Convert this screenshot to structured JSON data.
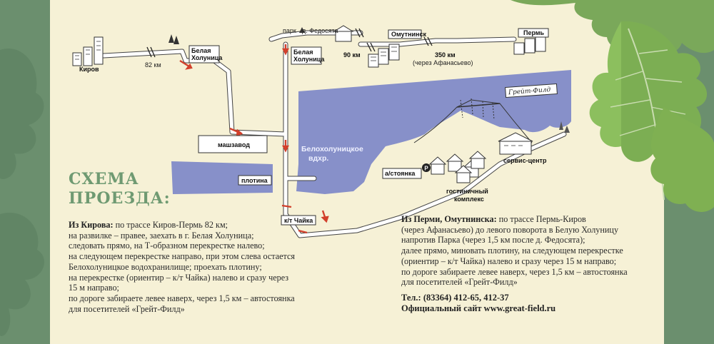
{
  "map": {
    "labels": {
      "kirov": "Киров",
      "km82": "82 км",
      "belaya1_l1": "Белая",
      "belaya1_l2": "Холуница",
      "belaya2_l1": "Белая",
      "belaya2_l2": "Холуница",
      "park": "парк",
      "fedosyata": "д. Федосята",
      "km90": "90 км",
      "omutninsk": "Омутнинск",
      "perm": "Пермь",
      "km350": "350 км",
      "via_afanasyevo": "(через Афанасьево)",
      "great_field": "Грейт-Филд",
      "mashzavod": "машзавод",
      "reservoir_l1": "Белохолуницкое",
      "reservoir_l2": "вдхр.",
      "service_center": "сервис-центр",
      "parking": "а/стоянка",
      "parking_sign": "P",
      "hotel_l1": "гостиничный",
      "hotel_l2": "комплекс",
      "dam": "плотина",
      "chaika": "к/т Чайка"
    }
  },
  "title": {
    "line1": "СХЕМА",
    "line2": "ПРОЕЗДА:"
  },
  "directions_kirov": {
    "heading": "Из Кирова:",
    "lines": [
      " по трассе Киров-Пермь 82 км;",
      "на развилке – правее, заехать в г. Белая Холуница;",
      "следовать прямо, на Т-образном перекрестке налево;",
      "на следующем перекрестке направо, при этом слева остается",
      "Белохолуницкое водохранилище; проехать плотину;",
      "на перекрестке (ориентир – к/т Чайка) налево и сразу через",
      "15 м направо;",
      "по дороге забираете левее наверх, через 1,5 км – автостоянка",
      "для посетителей «Грейт-Филд»"
    ]
  },
  "directions_perm": {
    "heading": "Из Перми, Омутнинска:",
    "lines": [
      " по трассе Пермь-Киров",
      "(через Афанасьево) до левого поворота в Белую Холуницу",
      "напротив Парка (через 1,5 км после д. Федосята);",
      "далее прямо, миновать плотину, на следующем перекрестке",
      "(ориентир – к/т Чайка) налево и сразу через 15 м направо;",
      "по дороге забираете левее наверх, через 1,5 км – автостоянка",
      "для посетителей «Грейт-Филд»"
    ]
  },
  "contacts": {
    "phone": "Тел.: (83364) 412-65, 412-37",
    "site": "Официальный сайт www.great-field.ru"
  },
  "colors": {
    "background": "#f6f1d6",
    "border_green": "#6b8f6e",
    "water": "#8790c9",
    "route_red": "#d2402c",
    "title_green": "#6f9a72",
    "leaf_green": "#6fa04a"
  },
  "icons": [
    "route-arrow-icon",
    "parking-sign-icon",
    "tree-icon",
    "oak-leaf-icon",
    "building-icon",
    "road-break-icon"
  ]
}
